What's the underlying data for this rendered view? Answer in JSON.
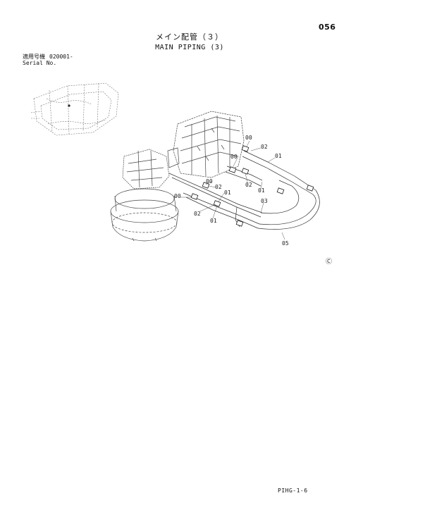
{
  "header": {
    "page_number": "056",
    "title_jp": "メイン配管（３）",
    "title_en": "MAIN PIPING (3)"
  },
  "serial": {
    "label_jp": "適用号機",
    "value": "020001-",
    "label_en": "Serial No."
  },
  "callouts": [
    {
      "id": "c1",
      "text": "00"
    },
    {
      "id": "c2",
      "text": "02"
    },
    {
      "id": "c3",
      "text": "01"
    },
    {
      "id": "c4",
      "text": "00"
    },
    {
      "id": "c5",
      "text": "02"
    },
    {
      "id": "c6",
      "text": "01"
    },
    {
      "id": "c7",
      "text": "03"
    },
    {
      "id": "c8",
      "text": "00"
    },
    {
      "id": "c9",
      "text": "02"
    },
    {
      "id": "c10",
      "text": "01"
    },
    {
      "id": "c11",
      "text": "00"
    },
    {
      "id": "c12",
      "text": "02"
    },
    {
      "id": "c13",
      "text": "01"
    },
    {
      "id": "c14",
      "text": "05"
    }
  ],
  "marks": {
    "circled_mark": "Ⓒ"
  },
  "footer": {
    "code": "PIHG-1-6"
  }
}
